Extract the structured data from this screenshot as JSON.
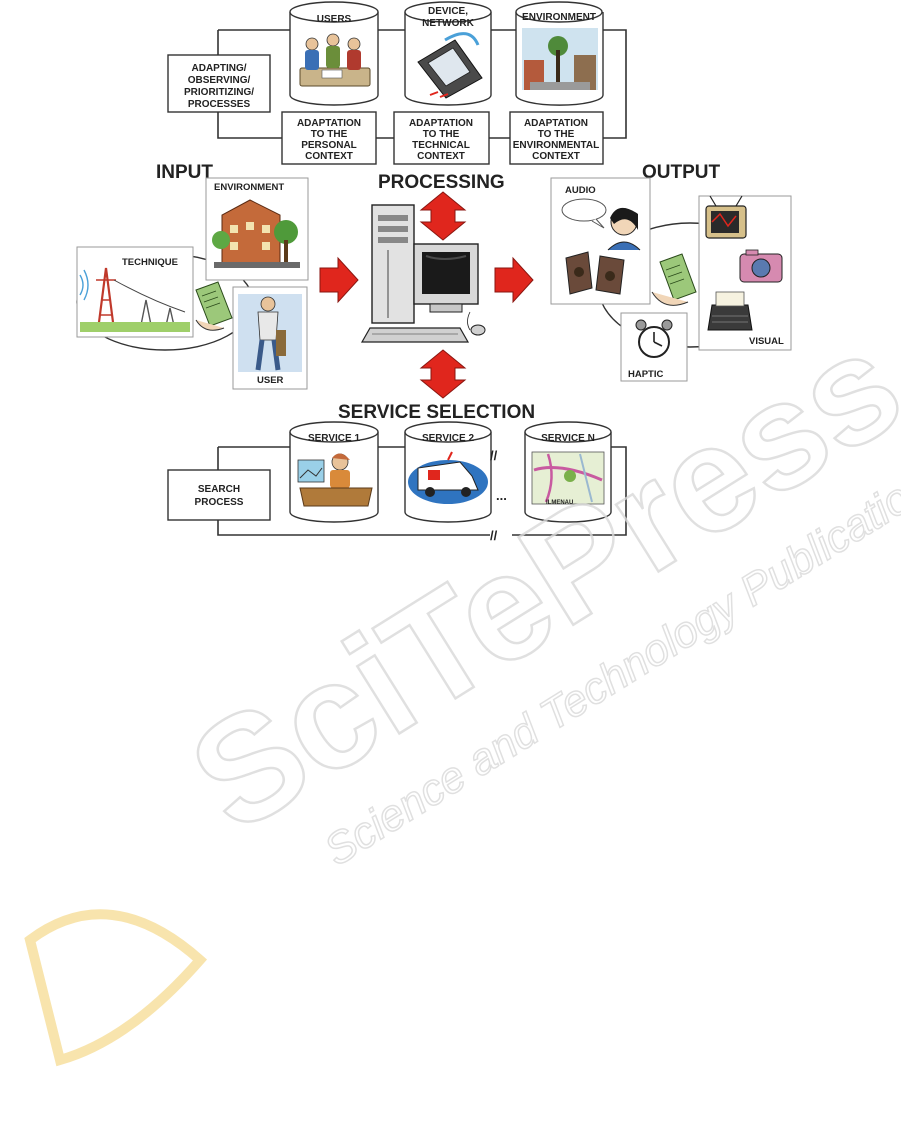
{
  "headings": {
    "input": "INPUT",
    "processing": "PROCESSING",
    "output": "OUTPUT",
    "service_selection": "SERVICE SELECTION"
  },
  "top_cylinders": {
    "users": "USERS",
    "device_network": [
      "DEVICE,",
      "NETWORK"
    ],
    "environment": "ENVIRONMENT"
  },
  "top_boxes": {
    "adapting": [
      "ADAPTING/",
      "OBSERVING/",
      "PRIORITIZING/",
      "PROCESSES"
    ],
    "personal": [
      "ADAPTATION",
      "TO THE",
      "PERSONAL",
      "CONTEXT"
    ],
    "technical": [
      "ADAPTATION",
      "TO THE",
      "TECHNICAL",
      "CONTEXT"
    ],
    "environmental": [
      "ADAPTATION",
      "TO THE",
      "ENVIRONMENTAL",
      "CONTEXT"
    ]
  },
  "input_labels": {
    "environment": "ENVIRONMENT",
    "technique": "TECHNIQUE",
    "user": "USER"
  },
  "output_labels": {
    "audio": "AUDIO",
    "haptic": "HAPTIC",
    "visual": "VISUAL"
  },
  "service_cylinders": {
    "service1": "SERVICE 1",
    "service2": "SERVICE 2",
    "serviceN": "SERVICE N",
    "map_caption": "ILMENAU"
  },
  "search_box": [
    "SEARCH",
    "PROCESS"
  ],
  "markers": {
    "break": "//",
    "ellipsis": "..."
  },
  "watermark": {
    "brand": "SciTePress",
    "tagline": "Science and Technology Publications"
  },
  "colors": {
    "arrow_red": "#e0261d",
    "line": "#333333",
    "watermark": "#d9d9d9",
    "watermark_logo": "#f5d98a"
  }
}
